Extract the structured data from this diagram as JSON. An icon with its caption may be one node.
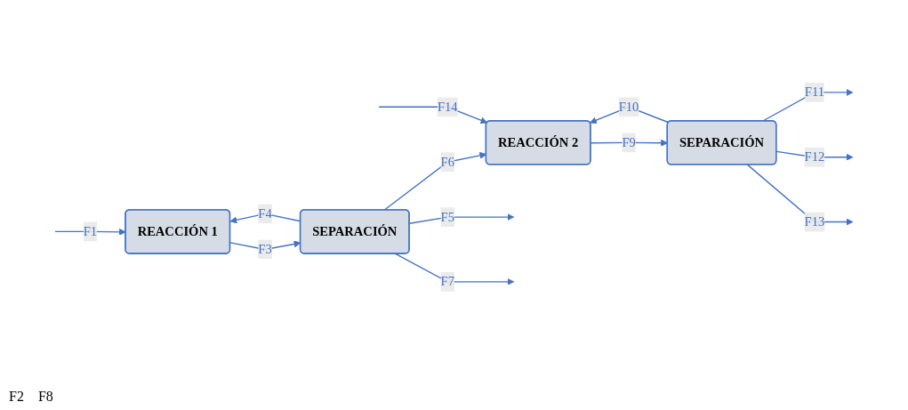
{
  "diagram": {
    "nodes": [
      {
        "text": [
          "REACCIÓN 1"
        ]
      },
      {
        "text": [
          "SEPARACIÓN"
        ]
      },
      {
        "text": [
          "REACCIÓN 2"
        ]
      },
      {
        "text": [
          "SEPARACIÓN"
        ]
      }
    ],
    "edges": [
      {
        "from": null,
        "to": 0,
        "arrow": "to",
        "label": "F1"
      },
      {
        "from": 1,
        "to": 0,
        "arrow": "to",
        "label": "F4"
      },
      {
        "from": 0,
        "to": 1,
        "arrow": "to",
        "label": "F3"
      },
      {
        "from": 1,
        "to": null,
        "arrow": "to",
        "label": "F5"
      },
      {
        "from": 1,
        "to": 2,
        "arrow": "to",
        "label": "F6"
      },
      {
        "from": null,
        "to": 2,
        "arrow": "to",
        "label": "F14"
      },
      {
        "from": 3,
        "to": 2,
        "arrow": "to",
        "label": "F10"
      },
      {
        "from": 1,
        "to": null,
        "arrow": "to",
        "label": "F7"
      },
      {
        "from": 2,
        "to": 3,
        "arrow": "to",
        "label": "F9"
      },
      {
        "from": 3,
        "to": null,
        "arrow": "to",
        "label": "F11"
      },
      {
        "from": 3,
        "to": null,
        "arrow": "to",
        "label": "F12"
      },
      {
        "from": 3,
        "to": null,
        "arrow": "to",
        "label": "F13"
      }
    ],
    "labels": [
      "F2",
      "F8"
    ]
  }
}
